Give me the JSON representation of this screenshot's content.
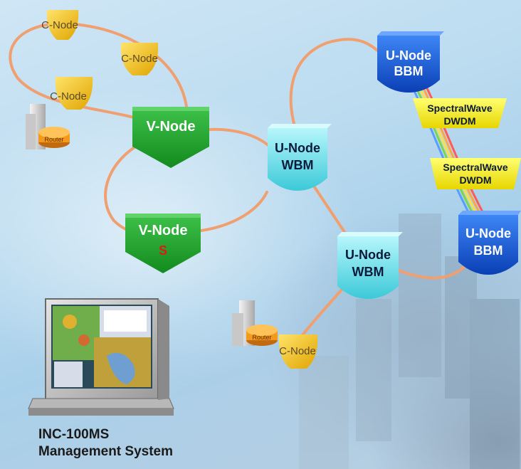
{
  "nodes": {
    "c_node_1": "C-Node",
    "c_node_2": "C-Node",
    "c_node_3": "C-Node",
    "c_node_4": "C-Node",
    "v_node_1": "V-Node",
    "v_node_2": "V-Node",
    "v_node_2_sub": "S",
    "u_node_wbm_1": [
      "U-Node",
      "WBM"
    ],
    "u_node_wbm_2": [
      "U-Node",
      "WBM"
    ],
    "u_node_bbm_1": [
      "U-Node",
      "BBM"
    ],
    "u_node_bbm_2": [
      "U-Node",
      "BBM"
    ],
    "dwdm_1": [
      "SpectralWave",
      "DWDM"
    ],
    "dwdm_2": [
      "SpectralWave",
      "DWDM"
    ],
    "router_1": "Router",
    "router_2": "Router"
  },
  "caption": {
    "line1": "INC-100MS",
    "line2": "Management System"
  },
  "colors": {
    "link": "#f0a070",
    "c_node": "#f3c21b",
    "v_node": "#1fa12a",
    "u_node_wbm": "#74e4ee",
    "u_node_bbm": "#1557d9",
    "dwdm": "#f4f01a",
    "router": "#f39a1c"
  }
}
